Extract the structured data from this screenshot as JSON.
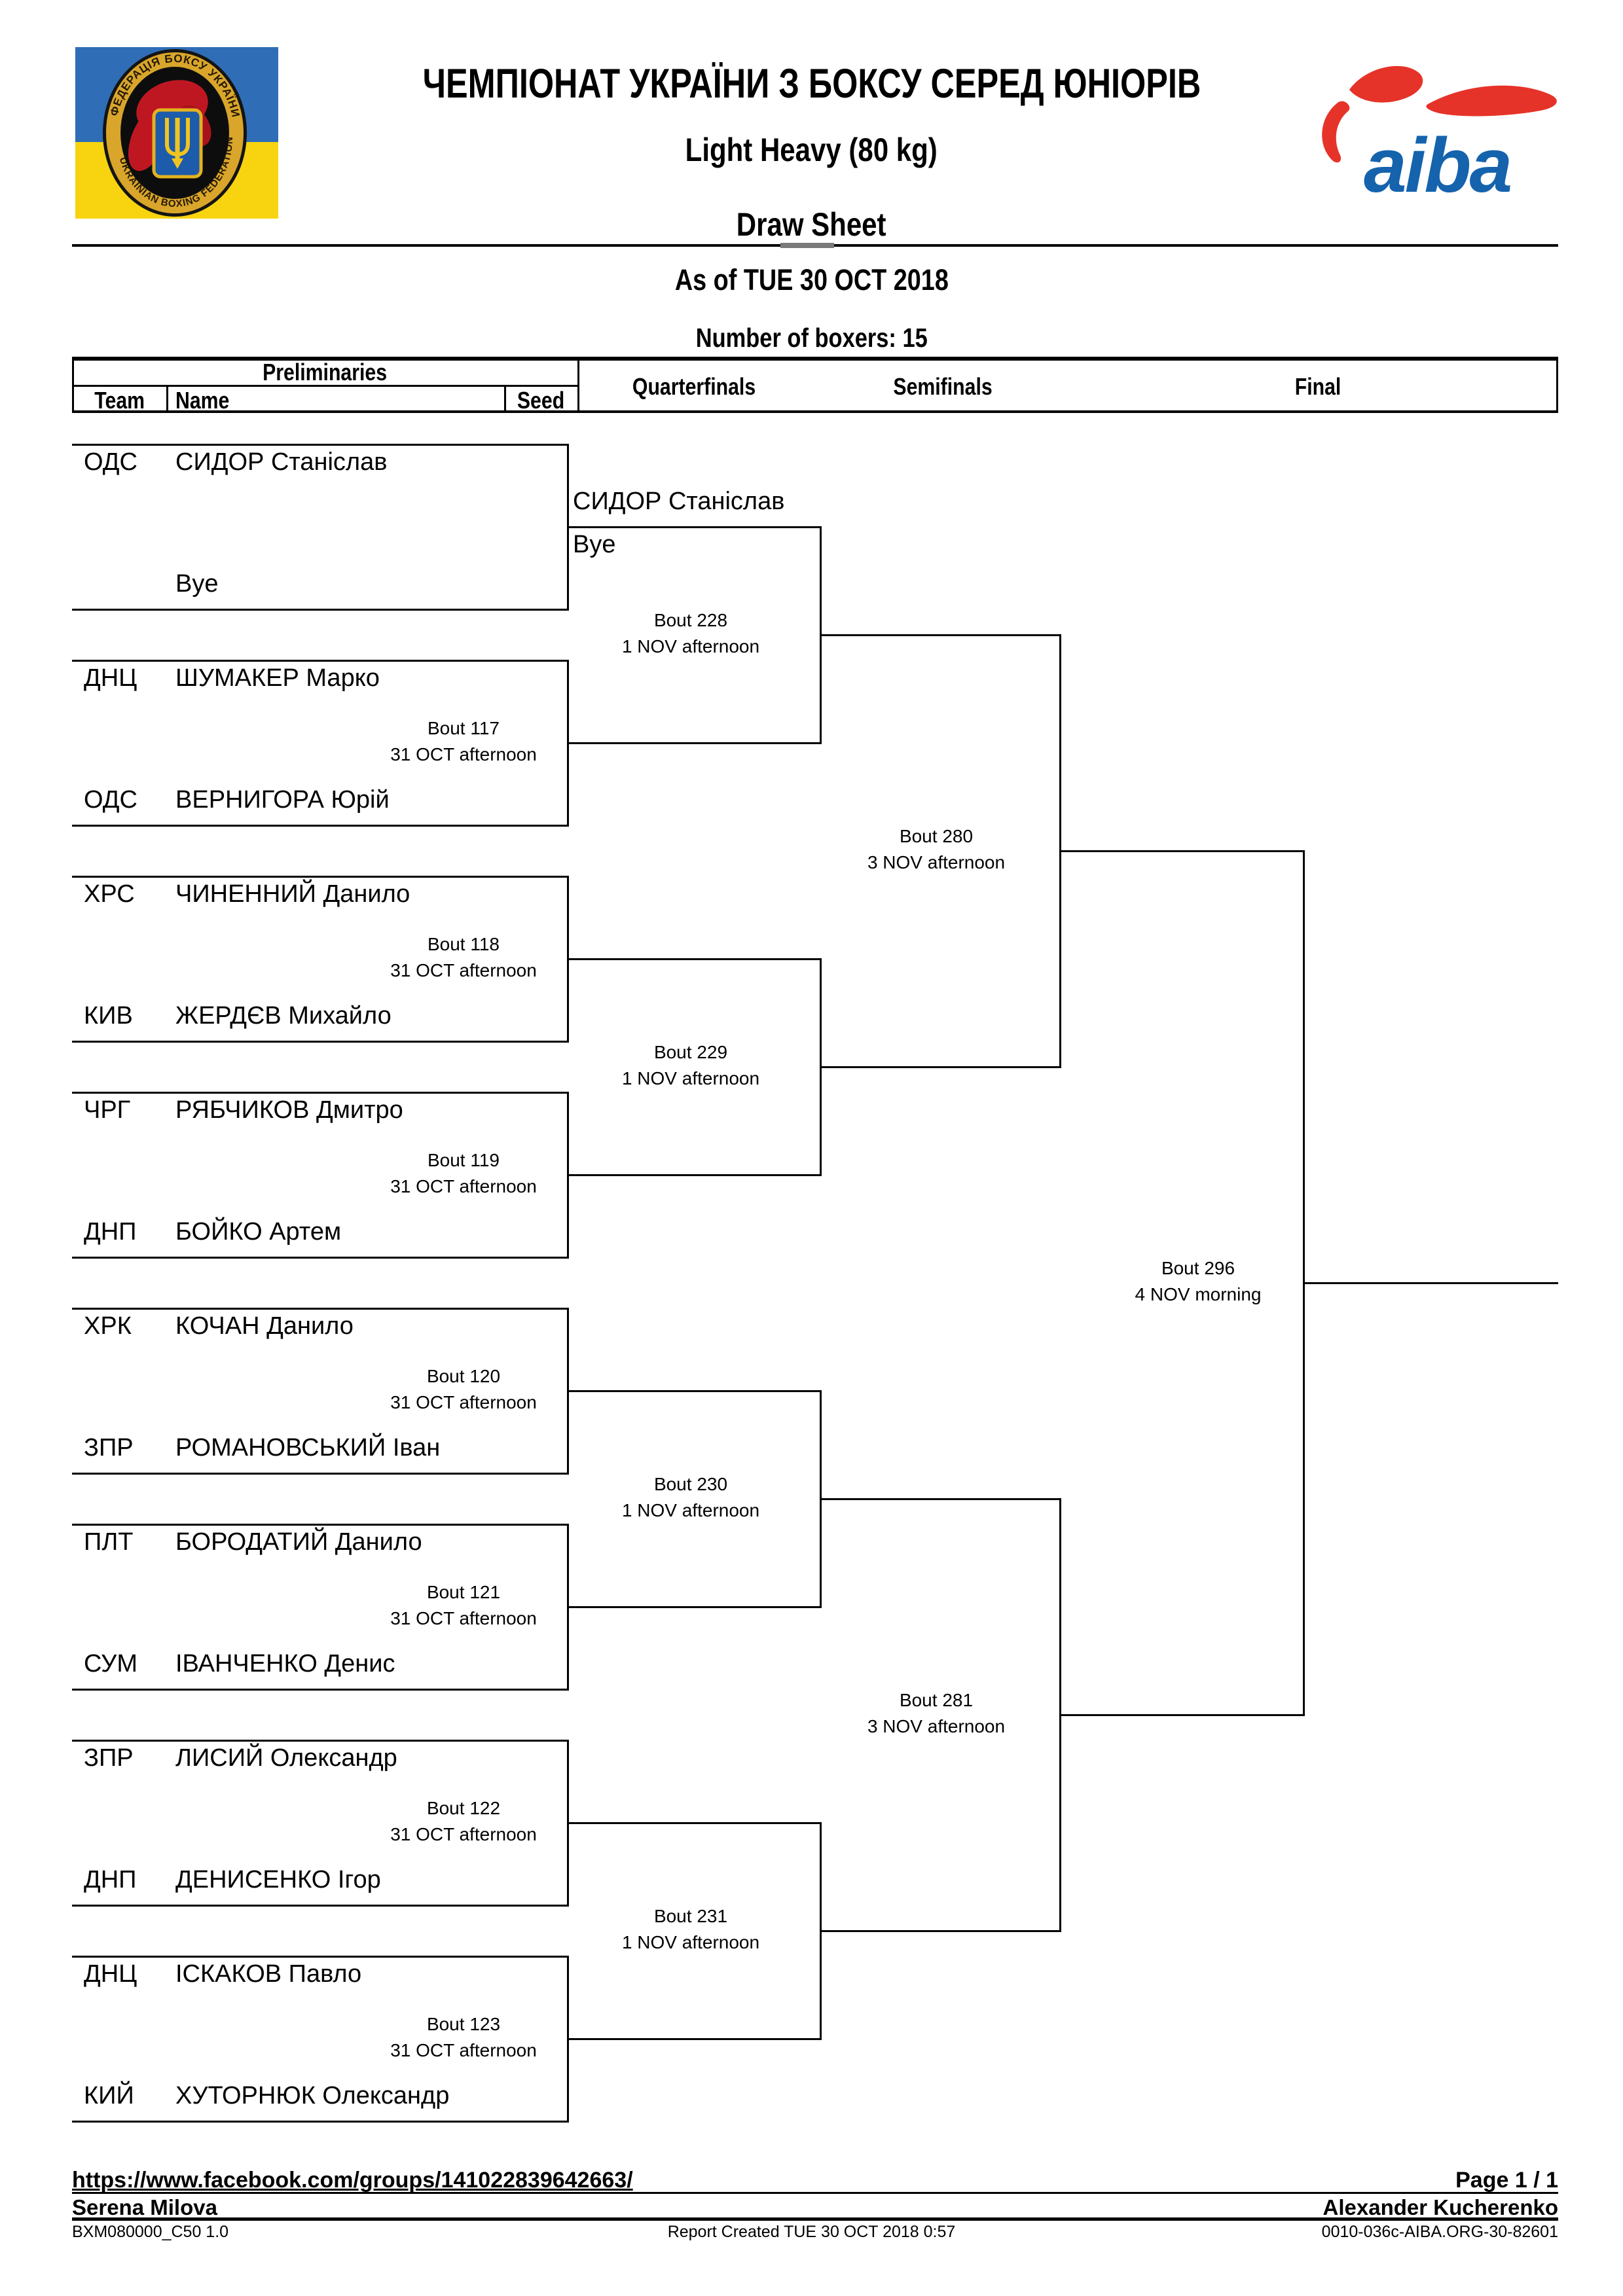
{
  "header": {
    "title": "ЧЕМПІОНАТ УКРАЇНИ З БОКСУ СЕРЕД ЮНІОРІВ",
    "weight_class": "Light Heavy (80 kg)",
    "sheet_type": "Draw Sheet",
    "as_of": "As of TUE 30 OCT 2018",
    "number_of_boxers": "Number of boxers: 15",
    "federation_logo": "ukrainian-boxing-federation-emblem",
    "aiba_logo_text": "aiba"
  },
  "table_header": {
    "preliminaries": "Preliminaries",
    "team": "Team",
    "name": "Name",
    "seed": "Seed",
    "quarterfinals": "Quarterfinals",
    "semifinals": "Semifinals",
    "final": "Final"
  },
  "preliminaries": [
    {
      "team": "ОДС",
      "name": "СИДОР Станіслав"
    },
    {
      "team": "",
      "name": "Bye"
    },
    {
      "team": "ДНЦ",
      "name": "ШУМАКЕР Марко"
    },
    {
      "team": "ОДС",
      "name": "ВЕРНИГОРА Юрій"
    },
    {
      "team": "ХРС",
      "name": "ЧИНЕННИЙ Данило"
    },
    {
      "team": "КИВ",
      "name": "ЖЕРДЄВ Михайло"
    },
    {
      "team": "ЧРГ",
      "name": "РЯБЧИКОВ Дмитро"
    },
    {
      "team": "ДНП",
      "name": "БОЙКО Артем"
    },
    {
      "team": "ХРК",
      "name": "КОЧАН Данило"
    },
    {
      "team": "ЗПР",
      "name": "РОМАНОВСЬКИЙ Іван"
    },
    {
      "team": "ПЛТ",
      "name": "БОРОДАТИЙ Данило"
    },
    {
      "team": "СУМ",
      "name": "ІВАНЧЕНКО Денис"
    },
    {
      "team": "ЗПР",
      "name": "ЛИСИЙ Олександр"
    },
    {
      "team": "ДНП",
      "name": "ДЕНИСЕНКО Ігор"
    },
    {
      "team": "ДНЦ",
      "name": "ІСКАКОВ Павло"
    },
    {
      "team": "КИЙ",
      "name": "ХУТОРНЮК Олександр"
    }
  ],
  "quarterfinals_prefilled": {
    "winner": "СИДОР Станіслав",
    "opponent": "Bye"
  },
  "bouts": {
    "prelim": [
      {
        "no": "Bout 117",
        "when": "31 OCT afternoon"
      },
      {
        "no": "Bout 118",
        "when": "31 OCT afternoon"
      },
      {
        "no": "Bout 119",
        "when": "31 OCT afternoon"
      },
      {
        "no": "Bout 120",
        "when": "31 OCT afternoon"
      },
      {
        "no": "Bout 121",
        "when": "31 OCT afternoon"
      },
      {
        "no": "Bout 122",
        "when": "31 OCT afternoon"
      },
      {
        "no": "Bout 123",
        "when": "31 OCT afternoon"
      }
    ],
    "quarter": [
      {
        "no": "Bout 228",
        "when": "1 NOV afternoon"
      },
      {
        "no": "Bout 229",
        "when": "1 NOV afternoon"
      },
      {
        "no": "Bout 230",
        "when": "1 NOV afternoon"
      },
      {
        "no": "Bout 231",
        "when": "1 NOV afternoon"
      }
    ],
    "semi": [
      {
        "no": "Bout 280",
        "when": "3 NOV afternoon"
      },
      {
        "no": "Bout 281",
        "when": "3 NOV afternoon"
      }
    ],
    "final": [
      {
        "no": "Bout 296",
        "when": "4 NOV morning"
      }
    ]
  },
  "footer": {
    "url": "https://www.facebook.com/groups/141022839642663/",
    "page": "Page 1 / 1",
    "left_official": "Serena Milova",
    "right_official": "Alexander Kucherenko",
    "report_code": "BXM080000_C50 1.0",
    "report_created": "Report Created  TUE 30 OCT 2018 0:57",
    "doc_id": "0010-036c-AIBA.ORG-30-82601"
  },
  "colors": {
    "flag_blue": "#2f6db6",
    "flag_yellow": "#f8d410",
    "glove_red": "#bf1722",
    "emblem_gold": "#d9a62b",
    "aiba_red": "#e63329",
    "aiba_blue": "#1563ac",
    "line_black": "#000000"
  }
}
